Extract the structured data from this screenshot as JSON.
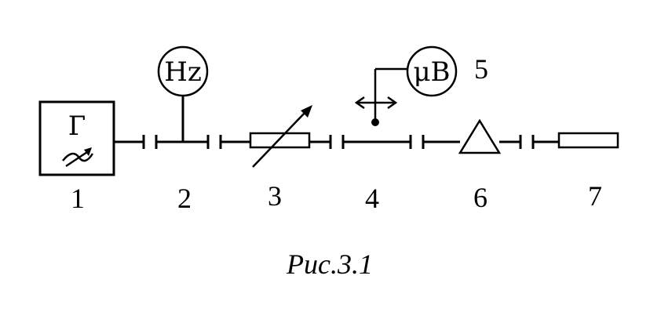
{
  "diagram": {
    "generator_symbol": "Г",
    "meter_frequency": "Hz",
    "meter_voltage": "μB",
    "labels": [
      "1",
      "2",
      "3",
      "4",
      "5",
      "6",
      "7"
    ],
    "caption": "Рис.3.1"
  }
}
